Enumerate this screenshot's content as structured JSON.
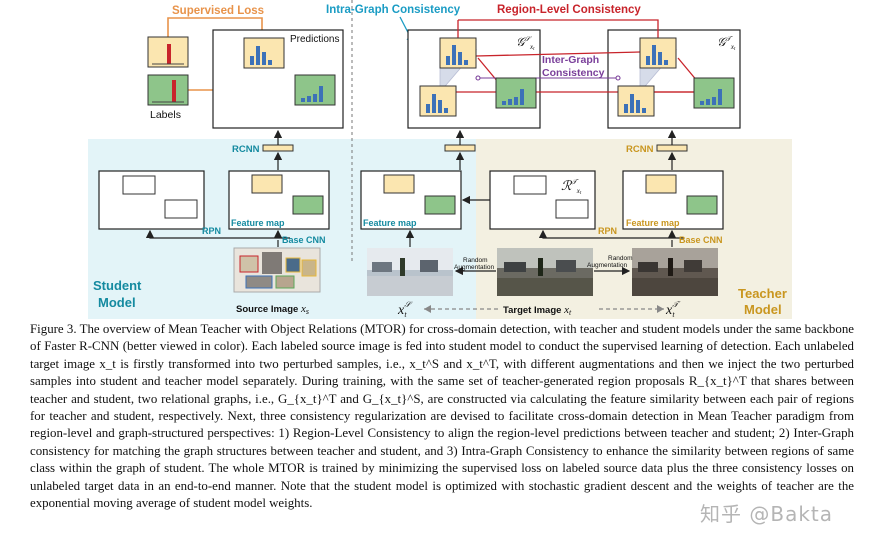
{
  "figure": {
    "supervised_loss": "Supervised Loss",
    "predictions": "Predictions",
    "labels": "Labels",
    "intra_graph": "Intra-Graph Consistency",
    "region_level": "Region-Level Consistency",
    "inter_graph_1": "Inter-Graph",
    "inter_graph_2": "Consistency",
    "graph_student": "𝒢",
    "graph_teacher": "𝒢",
    "rcnn_left": "RCNN",
    "rcnn_right": "RCNN",
    "rpn_left": "RPN",
    "rpn_right": "RPN",
    "feature_map_left": "Feature map",
    "feature_map_mid": "Feature map",
    "feature_map_right": "Feature map",
    "base_cnn_left": "Base CNN",
    "base_cnn_right": "Base CNN",
    "region_proposals": "ℛ",
    "student_model_1": "Student",
    "student_model_2": "Model",
    "teacher_model_1": "Teacher",
    "teacher_model_2": "Model",
    "random_aug_1a": "Random",
    "random_aug_1b": "Augmentation",
    "random_aug_2a": "Random",
    "random_aug_2b": "Augmentation",
    "source_image": "Source Image",
    "source_image_var": "x",
    "source_image_sub": "s",
    "target_image": "Target Image",
    "target_image_var": "x",
    "target_image_sub": "t",
    "x_s_label": "x",
    "x_t_label": "x",
    "colors": {
      "student_bg": "#e3f4f8",
      "teacher_bg": "#f3f0e1",
      "orange": "#e8934a",
      "red": "#c8242b",
      "purple": "#7a3f9a",
      "blue_text": "#1a9cc4",
      "teal_text": "#148aa0",
      "gold_text": "#c9961f",
      "feat_yellow": "#fbe6b0",
      "feat_green": "#8ec58a",
      "bar_blue": "#3c71b8"
    }
  },
  "caption": {
    "p1": "Figure 3. The overview of Mean Teacher with Object Relations (MTOR) for cross-domain detection, with teacher and student models under the same backbone of Faster R-CNN (better viewed in color). Each labeled source image is fed into student model to conduct the supervised learning of detection. Each unlabeled target image x_t is firstly transformed into two perturbed samples, i.e., x_t^S and x_t^T, with different augmentations and then we inject the two perturbed samples into student and teacher model separately. During training, with the same set of teacher-generated region proposals R_{x_t}^T that shares between teacher and student, two relational graphs, i.e., G_{x_t}^T and G_{x_t}^S, are constructed via calculating the feature similarity between each pair of regions for teacher and student, respectively. Next, three consistency regularization are devised to facilitate cross-domain detection in Mean Teacher paradigm from region-level and graph-structured perspectives: 1) Region-Level Consistency to align the region-level predictions between teacher and student; 2) Inter-Graph consistency for matching the graph structures between teacher and student, and 3) Intra-Graph Consistency to enhance the similarity between regions of same class within the graph of student. The whole MTOR is trained by minimizing the supervised loss on labeled source data plus the three consistency losses on unlabeled target data in an end-to-end manner. Note that the student model is optimized with stochastic gradient descent and the weights of teacher are the exponential moving average of student model weights."
  },
  "watermark": "知乎 @Bakta"
}
